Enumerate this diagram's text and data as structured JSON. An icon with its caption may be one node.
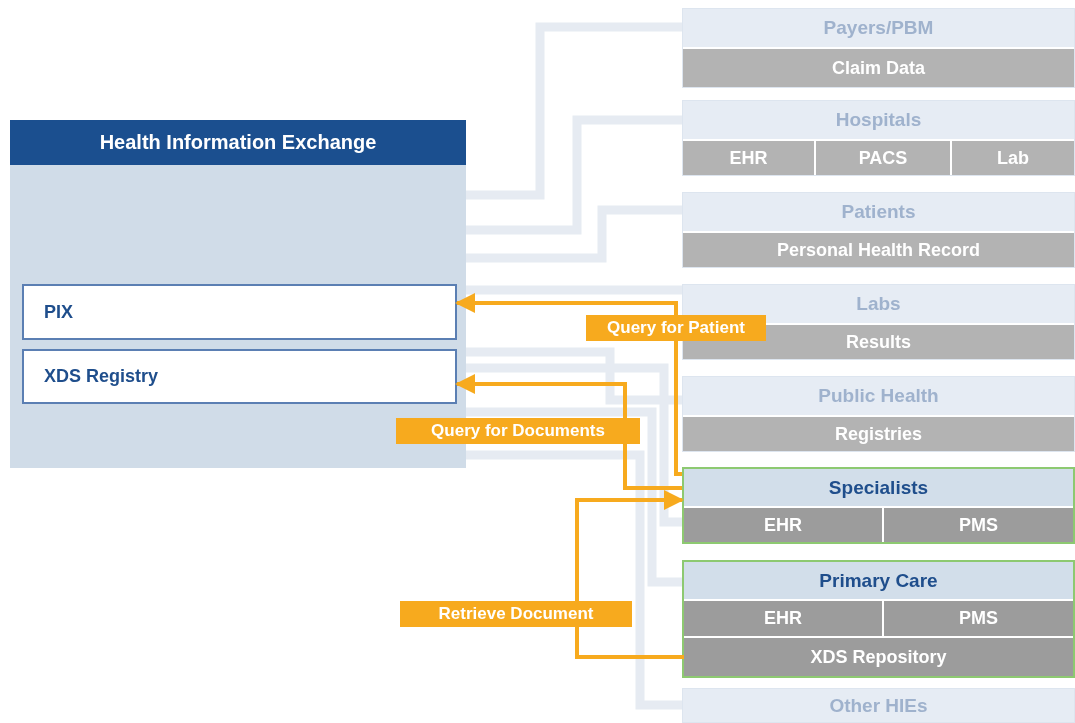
{
  "diagram": {
    "nodes": [
      {
        "text": [
          "Health Information Exchange"
        ]
      },
      {
        "text": [
          "PIX"
        ],
        "in": 0
      },
      {
        "text": [
          "XDS Registry"
        ],
        "in": 0
      },
      {
        "text": [
          "Payers/PBM"
        ]
      },
      {
        "text": [
          "Claim Data"
        ],
        "in": 3
      },
      {
        "text": [
          "Hospitals"
        ]
      },
      {
        "text": [
          "EHR"
        ],
        "in": 5
      },
      {
        "text": [
          "PACS"
        ],
        "in": 5
      },
      {
        "text": [
          "Lab"
        ],
        "in": 5
      },
      {
        "text": [
          "Patients"
        ]
      },
      {
        "text": [
          "Personal Health Record"
        ],
        "in": 9
      },
      {
        "text": [
          "Labs"
        ]
      },
      {
        "text": [
          "Results"
        ],
        "in": 11
      },
      {
        "text": [
          "Public Health"
        ]
      },
      {
        "text": [
          "Registries"
        ],
        "in": 13
      },
      {
        "text": [
          "Specialists"
        ]
      },
      {
        "text": [
          "EHR"
        ],
        "in": 15
      },
      {
        "text": [
          "PMS"
        ],
        "in": 15
      },
      {
        "text": [
          "Primary Care"
        ]
      },
      {
        "text": [
          "EHR"
        ],
        "in": 18
      },
      {
        "text": [
          "PMS"
        ],
        "in": 18
      },
      {
        "text": [
          "XDS Repository"
        ],
        "in": 18
      },
      {
        "text": [
          "Other HIEs"
        ]
      }
    ],
    "edges": [
      {
        "from": 0,
        "to": 3,
        "arrow": "none"
      },
      {
        "from": 0,
        "to": 5,
        "arrow": "none"
      },
      {
        "from": 0,
        "to": 9,
        "arrow": "none"
      },
      {
        "from": 0,
        "to": 11,
        "arrow": "none"
      },
      {
        "from": 0,
        "to": 13,
        "arrow": "none"
      },
      {
        "from": 0,
        "to": 15,
        "arrow": "none"
      },
      {
        "from": 0,
        "to": 18,
        "arrow": "none"
      },
      {
        "from": 0,
        "to": 22,
        "arrow": "none"
      },
      {
        "from": 15,
        "to": 1,
        "arrow": "to",
        "label": "Query for Patient",
        "color": "#f7aa1e"
      },
      {
        "from": 15,
        "to": 2,
        "arrow": "to",
        "label": "Query for Documents",
        "color": "#f7aa1e"
      },
      {
        "from": 21,
        "to": 15,
        "arrow": "to",
        "label": "Retrieve Document",
        "color": "#f7aa1e"
      }
    ]
  }
}
